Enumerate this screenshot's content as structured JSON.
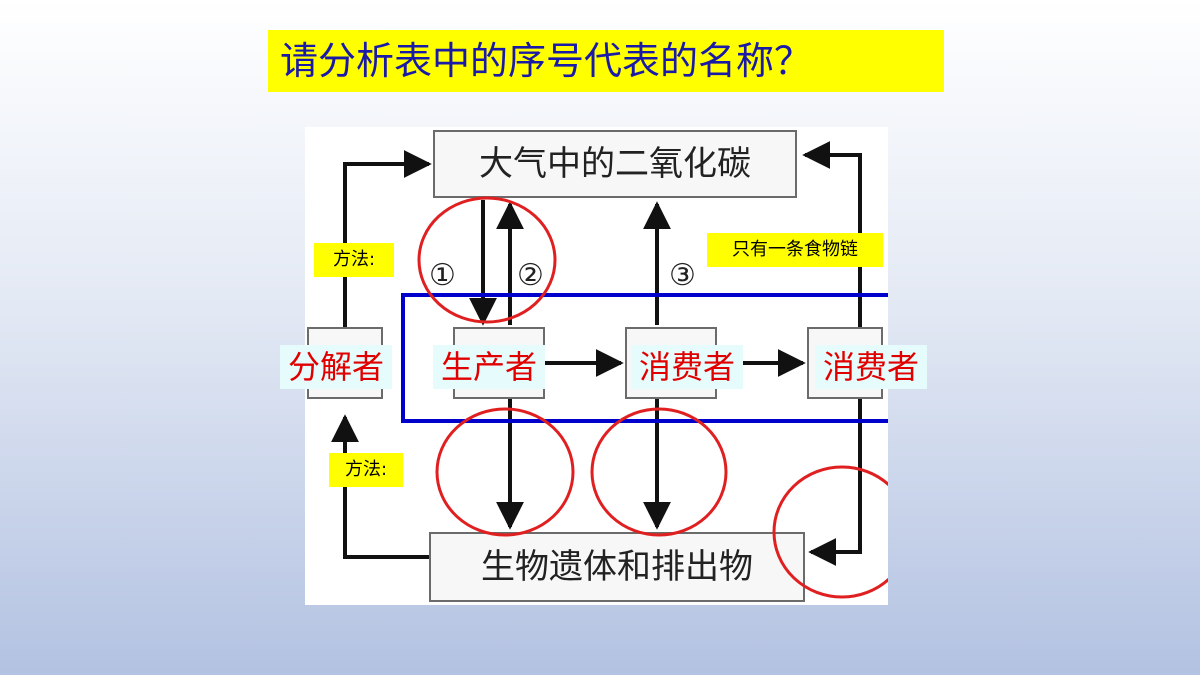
{
  "title": "请分析表中的序号代表的名称？",
  "nodes": {
    "atmosphere": "大气中的二氧化碳",
    "remains": "生物遗体和排出物"
  },
  "labels": {
    "decomposer": "分解者",
    "producer": "生产者",
    "consumer1": "消费者",
    "consumer2": "消费者"
  },
  "markers": [
    "①",
    "②",
    "③"
  ],
  "tags": {
    "method_top": "方法:",
    "method_bottom": "方法:",
    "food_chain": "只有一条食物链"
  },
  "colors": {
    "title_bg": "#ffff00",
    "title_text": "#1a1aa8",
    "label_red": "#e10000",
    "circle": "#e02020",
    "box_blue": "#0000cc"
  }
}
